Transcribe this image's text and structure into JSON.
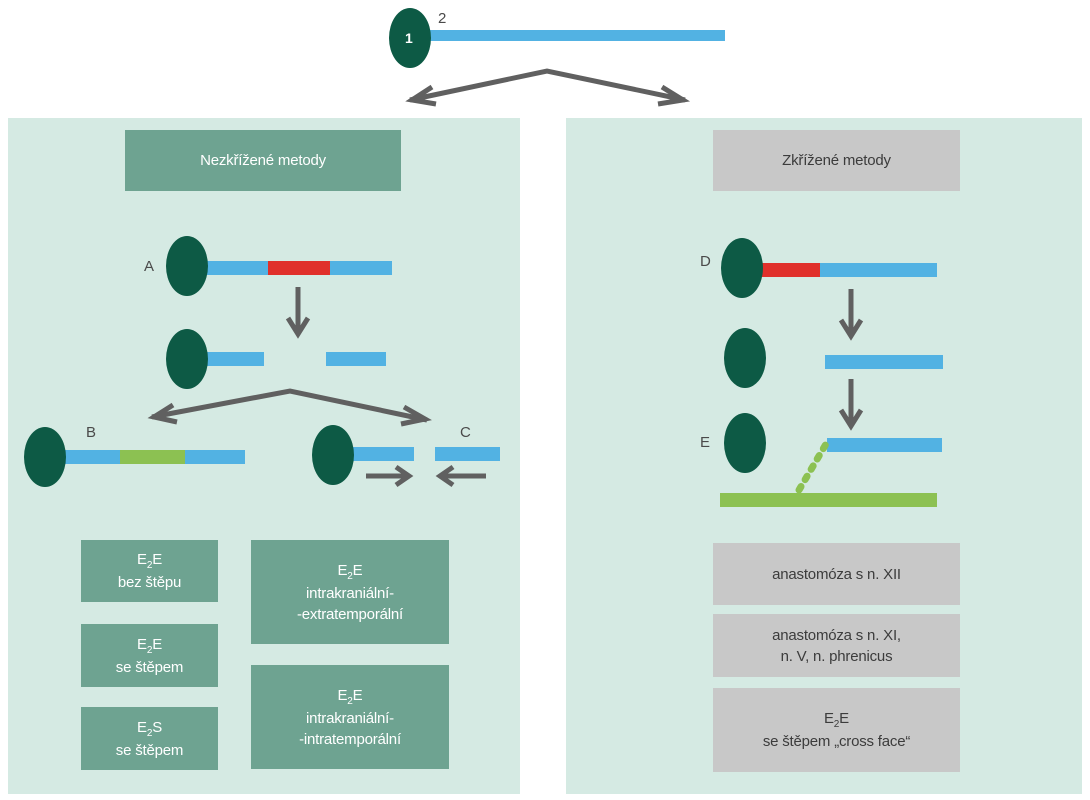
{
  "top": {
    "node_label": "1",
    "nerve_label": "2"
  },
  "left_panel": {
    "title": "Nezkřížené metody",
    "labels": {
      "A": "A",
      "B": "B",
      "C": "C"
    },
    "boxes": [
      {
        "p1": "E",
        "sub": "2",
        "p2": "E",
        "rest": "bez štěpu"
      },
      {
        "p1": "E",
        "sub": "2",
        "p2": "E",
        "rest": "se štěpem"
      },
      {
        "p1": "E",
        "sub": "2",
        "p2": "S",
        "rest": "se štěpem"
      },
      {
        "p1": "E",
        "sub": "2",
        "p2": "E",
        "rest": "intrakraniální-\n-extratemporální"
      },
      {
        "p1": "E",
        "sub": "2",
        "p2": "E",
        "rest": "intrakraniální-\n-intratemporální"
      }
    ]
  },
  "right_panel": {
    "title": "Zkřížené metody",
    "labels": {
      "D": "D",
      "E": "E"
    },
    "boxes": [
      {
        "text": "anastomóza s n. XII"
      },
      {
        "text": "anastomóza s n. XI,\nn. V, n. phrenicus"
      },
      {
        "p1": "E",
        "sub": "2",
        "p2": "E",
        "rest": "se štěpem „cross face“"
      }
    ]
  },
  "colors": {
    "panel_bg": "#d5eae3",
    "node": "#0d5a45",
    "nerve": "#52b2e3",
    "lesion": "#e0302b",
    "graft": "#8cc152",
    "arrow": "#606060",
    "box_dark": "#6ea391",
    "box_grey": "#c8c8c8"
  }
}
